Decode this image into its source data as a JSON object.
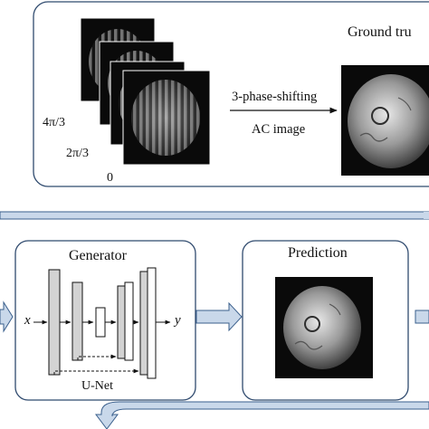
{
  "top_panel": {
    "phase_labels": [
      "4π/3",
      "2π/3",
      "0"
    ],
    "method_label": "3-phase-shifting",
    "output_label": "AC image",
    "ground_truth_label": "Ground tru"
  },
  "generator_panel": {
    "title": "Generator",
    "input_symbol": "x",
    "output_symbol": "y",
    "network_label": "U-Net"
  },
  "prediction_panel": {
    "title": "Prediction"
  },
  "colors": {
    "panel_border": "#2f4a6e",
    "arrow_fill": "#c9d8ea",
    "arrow_stroke": "#3a5f8c",
    "layer_fill": "#d3d3d3",
    "image_background": "#0a0a0a"
  }
}
